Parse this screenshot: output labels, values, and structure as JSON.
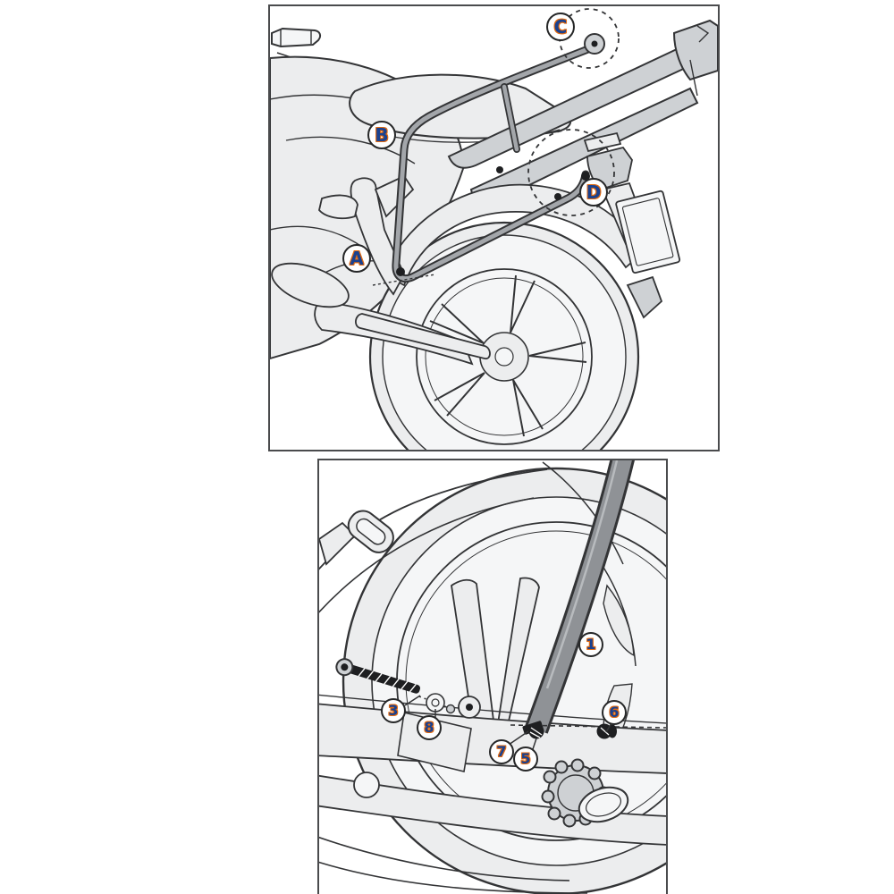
{
  "figure": {
    "type": "installation-diagram",
    "panels": {
      "top": {
        "callouts": [
          {
            "label": "A"
          },
          {
            "label": "B"
          },
          {
            "label": "C"
          },
          {
            "label": "D"
          }
        ]
      },
      "bottom": {
        "callouts": [
          {
            "label": "1"
          },
          {
            "label": "3"
          },
          {
            "label": "8"
          },
          {
            "label": "7"
          },
          {
            "label": "5"
          },
          {
            "label": "6"
          }
        ]
      }
    }
  },
  "colors": {
    "outline": "#333436",
    "dark": "#1e1f21",
    "fill_light": "#ecedee",
    "fill_soft": "#f5f6f7",
    "fill_mid": "#ced1d4",
    "tube_fill": "#8f9296",
    "rack_inner": "#a3a6aa",
    "label_blue": "#1a418f",
    "label_orange": "#e06a12",
    "panel_border": "#4a4b4d"
  }
}
